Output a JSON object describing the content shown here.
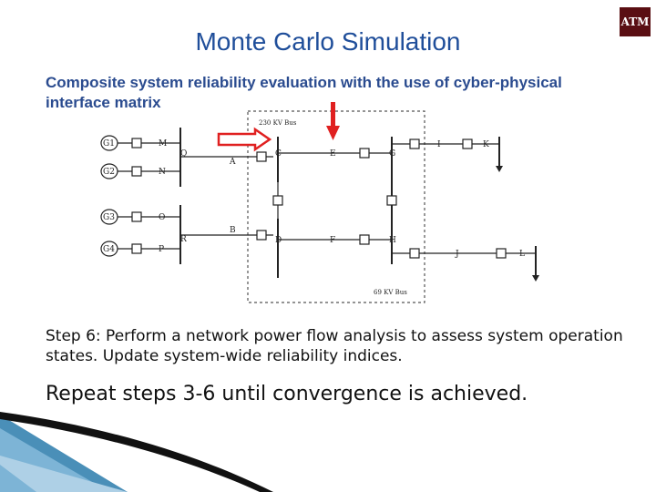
{
  "slide": {
    "title": "Monte Carlo Simulation",
    "logo_text": "ATM",
    "subtitle": "Composite system reliability evaluation with the use of cyber-physical interface matrix",
    "step6": "Step 6: Perform a network power flow analysis to assess system operation states. Update system-wide reliability indices.",
    "repeat": "Repeat steps 3-6 until convergence is achieved."
  },
  "diagram": {
    "bus_230_label": "230 KV Bus",
    "bus_69_label": "69 KV Bus",
    "generators": [
      "G1",
      "G2",
      "G3",
      "G4"
    ],
    "breakers": [
      "M",
      "N",
      "O",
      "P",
      "Q",
      "R",
      "A",
      "B",
      "C",
      "D",
      "E",
      "F",
      "G",
      "H",
      "I",
      "J",
      "K",
      "L"
    ],
    "arrow_colors": {
      "red": "#e02020"
    }
  }
}
